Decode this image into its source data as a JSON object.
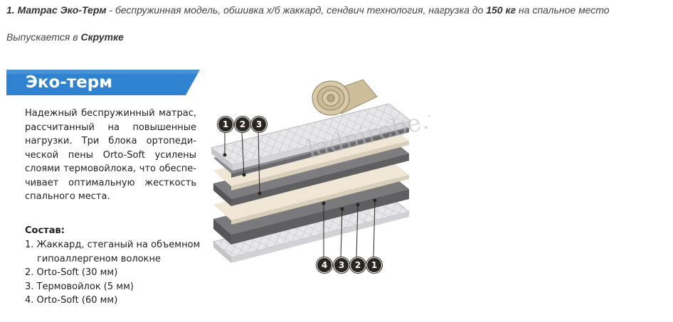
{
  "intro": {
    "prefix": "1. Матрас Эко-Терм",
    "text": " - беспружинная модель, обшивка х/б жаккард, сендвич технология, нагрузка до ",
    "load": "150 кг",
    "suffix": " на спальное место"
  },
  "release": {
    "text": "Выпускается в ",
    "form": "Скрутке"
  },
  "banner": {
    "title": "Эко-терм",
    "color": "#2f82cf"
  },
  "description": "Надежный беспружинный матрас, рассчитанный на повышенные нагрузки. Три блока ортопеди-ческой пены Orto-Soft усилены слоями термовойлока, что обеспе-чивает оптимальную жесткость спального места.",
  "composition": {
    "title": "Состав:",
    "items": [
      "1. Жаккард, стеганый на объемном гипоаллергеном волокне",
      "2. Orto-Soft (30 мм)",
      "3. Термовойлок (5 мм)",
      "4. Orto-Soft (60 мм)"
    ]
  },
  "diagram": {
    "watermark": "ladnirebe.ru",
    "top_markers": [
      "1",
      "2",
      "3"
    ],
    "bottom_markers": [
      "4",
      "3",
      "2",
      "1"
    ],
    "colors": {
      "jacquard": "#e6e6e8",
      "foam": "#6e6e70",
      "felt": "#ede3d1",
      "marker": "#2b2520",
      "roll": "#d8c9a8"
    }
  }
}
